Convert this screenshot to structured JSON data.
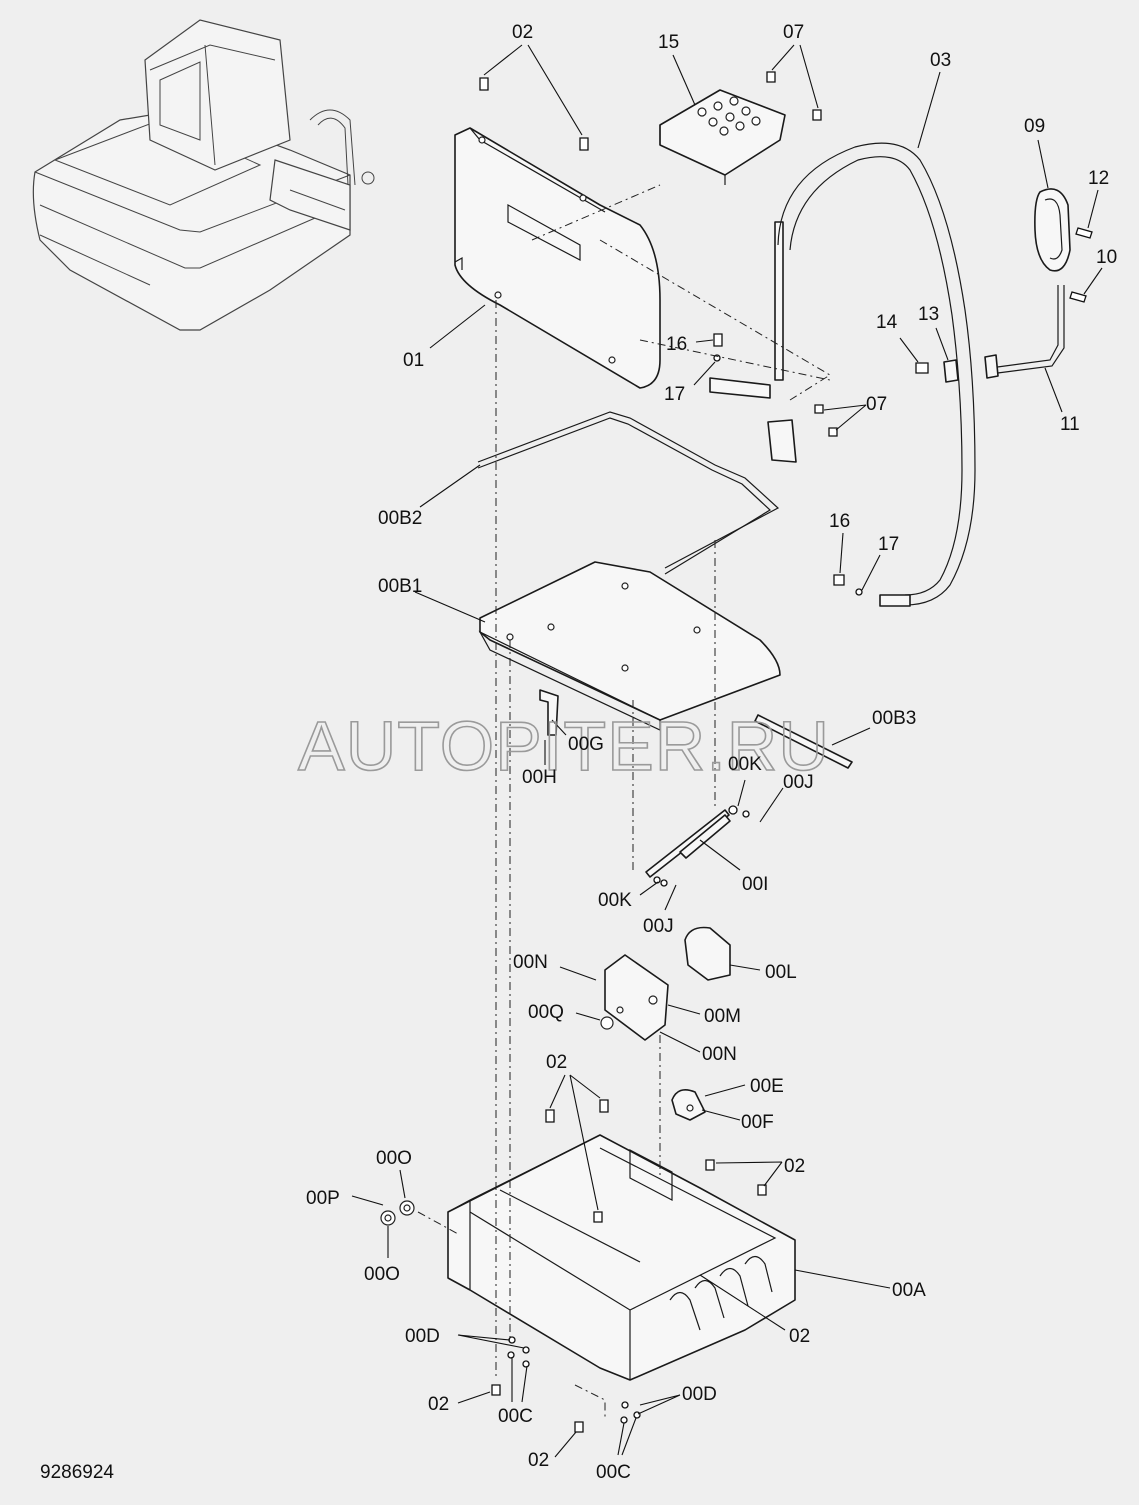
{
  "diagram": {
    "drawing_number": "9286924",
    "watermark": "AUTOPITER.RU",
    "labels": [
      {
        "id": "l-02-top",
        "text": "02"
      },
      {
        "id": "l-15",
        "text": "15"
      },
      {
        "id": "l-07-top",
        "text": "07"
      },
      {
        "id": "l-03",
        "text": "03"
      },
      {
        "id": "l-09",
        "text": "09"
      },
      {
        "id": "l-12",
        "text": "12"
      },
      {
        "id": "l-10",
        "text": "10"
      },
      {
        "id": "l-01",
        "text": "01"
      },
      {
        "id": "l-16-a",
        "text": "16"
      },
      {
        "id": "l-17-a",
        "text": "17"
      },
      {
        "id": "l-14",
        "text": "14"
      },
      {
        "id": "l-13",
        "text": "13"
      },
      {
        "id": "l-11",
        "text": "11"
      },
      {
        "id": "l-07-mid",
        "text": "07"
      },
      {
        "id": "l-00b2",
        "text": "00B2"
      },
      {
        "id": "l-16-b",
        "text": "16"
      },
      {
        "id": "l-17-b",
        "text": "17"
      },
      {
        "id": "l-00b1",
        "text": "00B1"
      },
      {
        "id": "l-00b3",
        "text": "00B3"
      },
      {
        "id": "l-00g",
        "text": "00G"
      },
      {
        "id": "l-00h",
        "text": "00H"
      },
      {
        "id": "l-00k-a",
        "text": "00K"
      },
      {
        "id": "l-00j-a",
        "text": "00J"
      },
      {
        "id": "l-00i",
        "text": "00I"
      },
      {
        "id": "l-00k-b",
        "text": "00K"
      },
      {
        "id": "l-00j-b",
        "text": "00J"
      },
      {
        "id": "l-00n-a",
        "text": "00N"
      },
      {
        "id": "l-00l",
        "text": "00L"
      },
      {
        "id": "l-00q",
        "text": "00Q"
      },
      {
        "id": "l-00m",
        "text": "00M"
      },
      {
        "id": "l-00n-b",
        "text": "00N"
      },
      {
        "id": "l-02-mid",
        "text": "02"
      },
      {
        "id": "l-00e",
        "text": "00E"
      },
      {
        "id": "l-00f",
        "text": "00F"
      },
      {
        "id": "l-00o-a",
        "text": "00O"
      },
      {
        "id": "l-02-right",
        "text": "02"
      },
      {
        "id": "l-00p",
        "text": "00P"
      },
      {
        "id": "l-00o-b",
        "text": "00O"
      },
      {
        "id": "l-00a",
        "text": "00A"
      },
      {
        "id": "l-02-inner",
        "text": "02"
      },
      {
        "id": "l-00d-a",
        "text": "00D"
      },
      {
        "id": "l-02-bl",
        "text": "02"
      },
      {
        "id": "l-00c-a",
        "text": "00C"
      },
      {
        "id": "l-00d-b",
        "text": "00D"
      },
      {
        "id": "l-02-bot",
        "text": "02"
      },
      {
        "id": "l-00c-b",
        "text": "00C"
      }
    ]
  }
}
